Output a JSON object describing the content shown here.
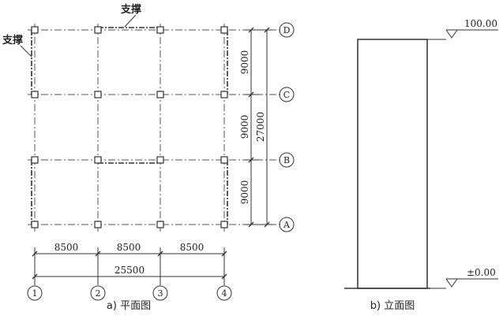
{
  "plan": {
    "caption": "a) 平面图",
    "brace_label_top": "支撑",
    "brace_label_left": "支撑",
    "x_axes": [
      "1",
      "2",
      "3",
      "4"
    ],
    "y_axes": [
      "A",
      "B",
      "C",
      "D"
    ],
    "spans_x": [
      "8500",
      "8500",
      "8500"
    ],
    "total_x": "25500",
    "spans_y": [
      "9000",
      "9000",
      "9000"
    ],
    "total_y": "27000"
  },
  "elevation": {
    "caption": "b) 立面图",
    "top_level": "100.00",
    "ground_level": "±0.00"
  }
}
